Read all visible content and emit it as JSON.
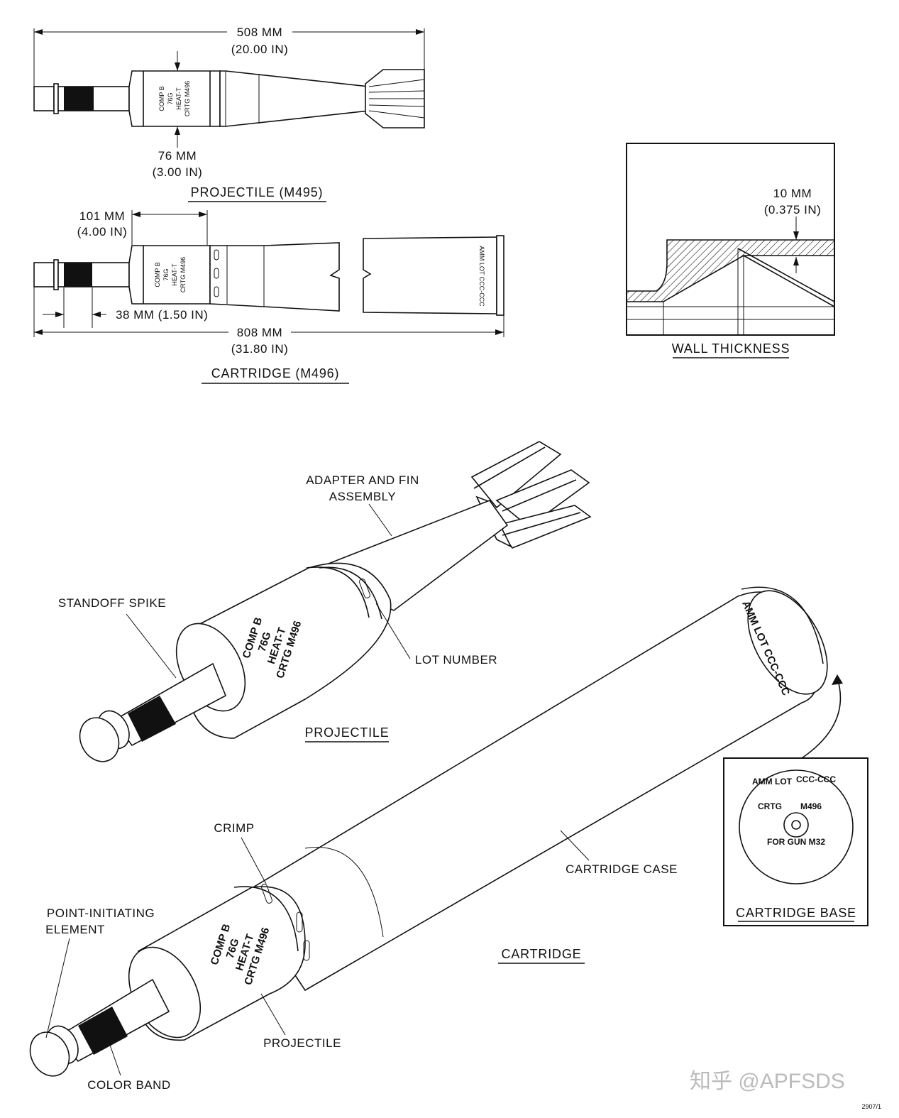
{
  "top_projectile": {
    "overall_length": "508 MM",
    "overall_length_in": "(20.00 IN)",
    "diameter": "76 MM",
    "diameter_in": "(3.00 IN)",
    "caption": "PROJECTILE (M495)",
    "marking": [
      "COMP B",
      "76G",
      "HEAT-T",
      "CRTG M496"
    ]
  },
  "top_cartridge": {
    "offset": "101 MM",
    "offset_in": "(4.00 IN)",
    "band_width": "38 MM (1.50 IN)",
    "overall_length": "808 MM",
    "overall_length_in": "(31.80 IN)",
    "caption": "CARTRIDGE (M496)",
    "marking": [
      "COMP B",
      "76G",
      "HEAT-T",
      "CRTG M496"
    ],
    "case_marking": "AMM LOT CCC-CCC"
  },
  "wall_detail": {
    "thickness": "10 MM",
    "thickness_in": "(0.375 IN)",
    "caption": "WALL THICKNESS"
  },
  "projectile_iso": {
    "labels": {
      "adapter": [
        "ADAPTER AND FIN",
        "ASSEMBLY"
      ],
      "spike": "STANDOFF SPIKE",
      "lot": "LOT NUMBER"
    },
    "marking": [
      "COMP B",
      "76G",
      "HEAT-T",
      "CRTG M496"
    ],
    "caption": "PROJECTILE"
  },
  "cartridge_iso": {
    "labels": {
      "crimp": "CRIMP",
      "case": "CARTRIDGE CASE",
      "pie": [
        "POINT-INITIATING",
        "ELEMENT"
      ],
      "projectile": "PROJECTILE",
      "band": "COLOR BAND"
    },
    "marking": [
      "COMP B",
      "76G",
      "HEAT-T",
      "CRTG M496"
    ],
    "case_marking": "AMM LOT CCC-CCC",
    "caption": "CARTRIDGE"
  },
  "cartridge_base": {
    "lot": "AMM LOT",
    "lot_code": "CCC-CCC",
    "crtg": "CRTG",
    "model": "M496",
    "gun": "FOR GUN M32",
    "caption": "CARTRIDGE BASE"
  },
  "figure_number": "2907/1",
  "watermark": "知乎 @APFSDS"
}
